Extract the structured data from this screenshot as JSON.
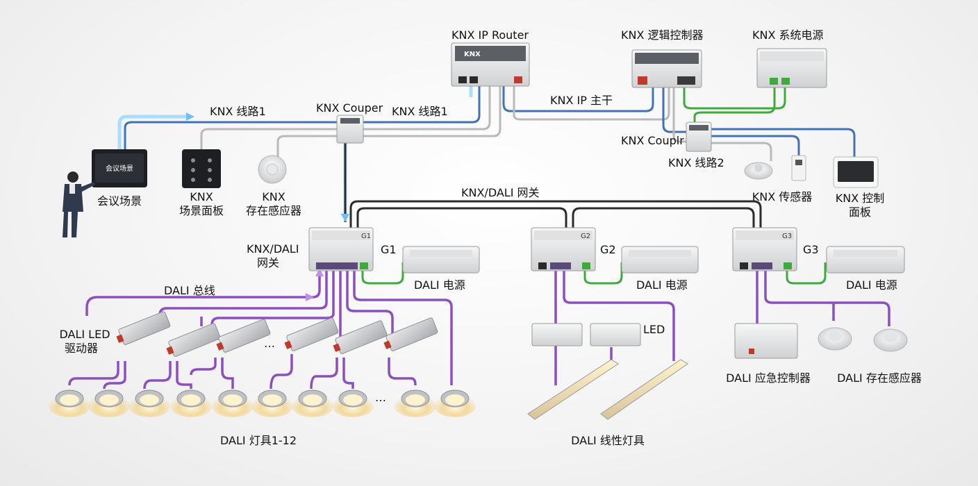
{
  "labels": {
    "ip_router": "KNX IP Router",
    "logic_controller": "KNX 逻辑控制器",
    "system_power": "KNX 系统电源",
    "line1_left": "KNX 线路1",
    "line1_right": "KNX 线路1",
    "coupler_top": "KNX Couper",
    "ip_backbone": "KNX IP 主干",
    "coupler_right": "KNX Couplr",
    "line2": "KNX 线路2",
    "meeting_scene": "会议场景",
    "scene_panel_1": "KNX",
    "scene_panel_2": "场景面板",
    "presence_1": "KNX",
    "presence_2": "存在感应器",
    "sensor": "KNX 传感器",
    "control_panel_1": "KNX 控制",
    "control_panel_2": "面板",
    "gateway_top": "KNX/DALI 网关",
    "gateway_left_1": "KNX/DALI",
    "gateway_left_2": "网关",
    "g1": "G1",
    "g2": "G2",
    "g3": "G3",
    "dali_power_1": "DALI 电源",
    "dali_power_2": "DALI 电源",
    "dali_power_3": "DALI 电源",
    "dali_bus": "DALI 总线",
    "led_driver_1": "DALI LED",
    "led_driver_2": "驱动器",
    "led": "LED",
    "dali_fixtures": "DALI 灯具1-12",
    "dali_linear": "DALI 线性灯具",
    "emergency": "DALI 应急控制器",
    "dali_presence": "DALI 存在感应器",
    "dots_drivers": "…",
    "dots_lights": "…"
  },
  "device_text": {
    "router_brand": "KNX",
    "touch_panel": "会议场景",
    "gw1_tag": "G1",
    "gw2_tag": "G2",
    "gw3_tag": "G3"
  },
  "colors": {
    "knx_line": "#3f72b8",
    "ip_link": "#b9b9b9",
    "gateway_link": "#2b2b2b",
    "power": "#3cab3c",
    "dali_bus": "#8c4fc0",
    "signal_glow": "#9fdcff"
  }
}
